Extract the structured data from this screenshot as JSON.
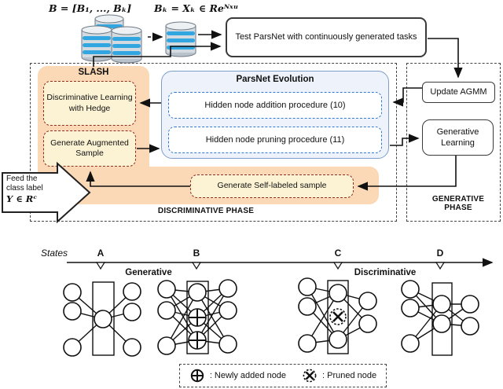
{
  "colors": {
    "slash_fill": "#FBD9B6",
    "yellow_fill": "#FCF3D5",
    "yellow_border": "#96291B",
    "evolution_fill": "#EDF2FB",
    "evolution_border": "#7E9DCB",
    "procedure_border": "#2E78D6",
    "line_color": "#111111",
    "db_blue": "#31A6E0"
  },
  "top": {
    "formula_batch": "B = [B₁, ..., Bₖ]",
    "formula_task": "Bₖ = Xₖ ∈ Reᴺˣᵘ",
    "test_box": "Test ParsNet with continuously generated tasks"
  },
  "icons": {
    "database_stack": "database-stack-icon",
    "database_single": "database-icon"
  },
  "slash": {
    "title": "SLASH",
    "hedge": "Discriminative Learning with Hedge",
    "augment": "Generate Augmented Sample",
    "self_labeled": "Generate Self-labeled sample",
    "phase": "DISCRIMINATIVE PHASE"
  },
  "evolution": {
    "title": "ParsNet Evolution",
    "addition": "Hidden node addition procedure (10)",
    "pruning": "Hidden node pruning procedure (11)"
  },
  "generative": {
    "update_agmm": "Update AGMM",
    "learning": "Generative Learning",
    "phase": "GENERATIVE PHASE"
  },
  "feed_arrow": {
    "line1": "Feed the",
    "line2": "class label",
    "line3": "Y ∈ Rᶜ"
  },
  "timeline": {
    "label": "States",
    "states": [
      "A",
      "B",
      "C",
      "D"
    ],
    "generative_label": "Generative",
    "discriminative_label": "Discriminative"
  },
  "legend": {
    "added": ": Newly added node",
    "pruned": ": Pruned node"
  }
}
